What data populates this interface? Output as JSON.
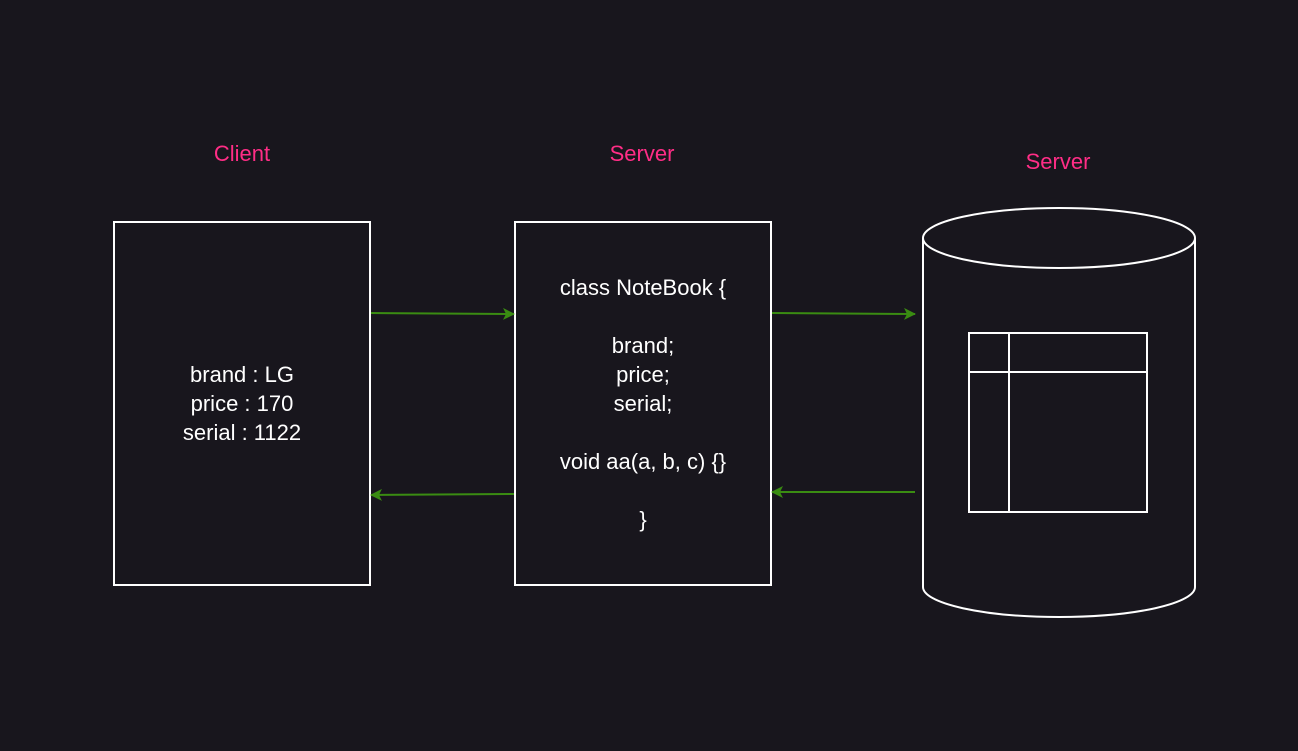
{
  "colors": {
    "background": "#18161d",
    "title": "#ff2d86",
    "stroke": "#ffffff",
    "arrow": "#3a8c12"
  },
  "client": {
    "title": "Client",
    "lines": [
      "brand : LG",
      "price : 170",
      "serial : 1122"
    ]
  },
  "server": {
    "title": "Server",
    "lines": [
      "class NoteBook {",
      "",
      "brand;",
      "price;",
      "serial;",
      "",
      "void aa(a, b, c) {}",
      "",
      "}"
    ]
  },
  "database": {
    "title": "Server",
    "shape": "cylinder",
    "icon": "table-icon"
  },
  "edges": [
    {
      "from": "client",
      "to": "server",
      "direction": "right"
    },
    {
      "from": "server",
      "to": "client",
      "direction": "left"
    },
    {
      "from": "server",
      "to": "database",
      "direction": "right"
    },
    {
      "from": "database",
      "to": "server",
      "direction": "left"
    }
  ]
}
